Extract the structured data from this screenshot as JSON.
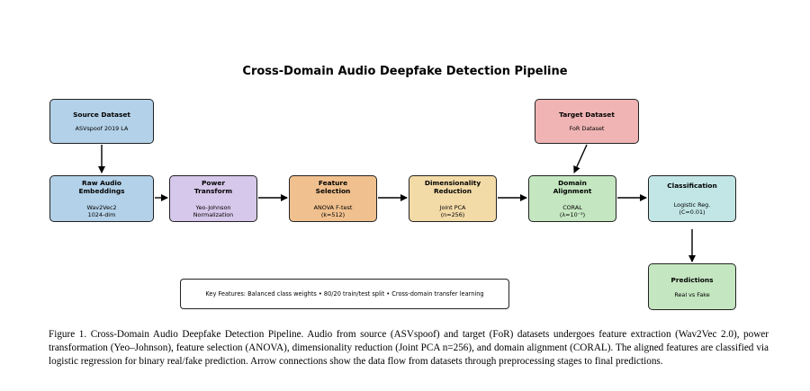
{
  "title": "Cross-Domain Audio Deepfake Detection Pipeline",
  "nodes": {
    "source": {
      "title": "Source Dataset",
      "sub": "ASVspoof 2019 LA",
      "color": "#b3d1e8"
    },
    "target": {
      "title": "Target Dataset",
      "sub": "FoR Dataset",
      "color": "#f0b4b4"
    },
    "raw": {
      "title": "Raw Audio\nEmbeddings",
      "sub": "Wav2Vec2\n1024-dim",
      "color": "#b3d1e8"
    },
    "power": {
      "title": "Power\nTransform",
      "sub": "Yeo-Johnson\nNormalization",
      "color": "#d6c8ea"
    },
    "feature": {
      "title": "Feature\nSelection",
      "sub": "ANOVA F-test\n(k=512)",
      "color": "#f0c08e"
    },
    "dim": {
      "title": "Dimensionality\nReduction",
      "sub": "Joint PCA\n(n=256)",
      "color": "#f3dba8"
    },
    "domain": {
      "title": "Domain\nAlignment",
      "sub": "CORAL\n(λ=10⁻³)",
      "color": "#c4e6c0"
    },
    "classification": {
      "title": "Classification",
      "sub": "Logistic Reg.\n(C=0.01)",
      "color": "#c2e6e6"
    },
    "predictions": {
      "title": "Predictions",
      "sub": "Real vs Fake",
      "color": "#c4e6c0"
    }
  },
  "key_features": "Key Features: Balanced class weights • 80/20 train/test split • Cross-domain transfer learning",
  "caption": "Figure 1. Cross-Domain Audio Deepfake Detection Pipeline. Audio from source (ASVspoof) and target (FoR) datasets undergoes feature extraction (Wav2Vec 2.0), power transformation (Yeo–Johnson), feature selection (ANOVA), dimensionality reduction (Joint PCA n=256), and domain alignment (CORAL). The aligned features are classified via logistic regression for binary real/fake prediction. Arrow connections show the data flow from datasets through preprocessing stages to final predictions."
}
